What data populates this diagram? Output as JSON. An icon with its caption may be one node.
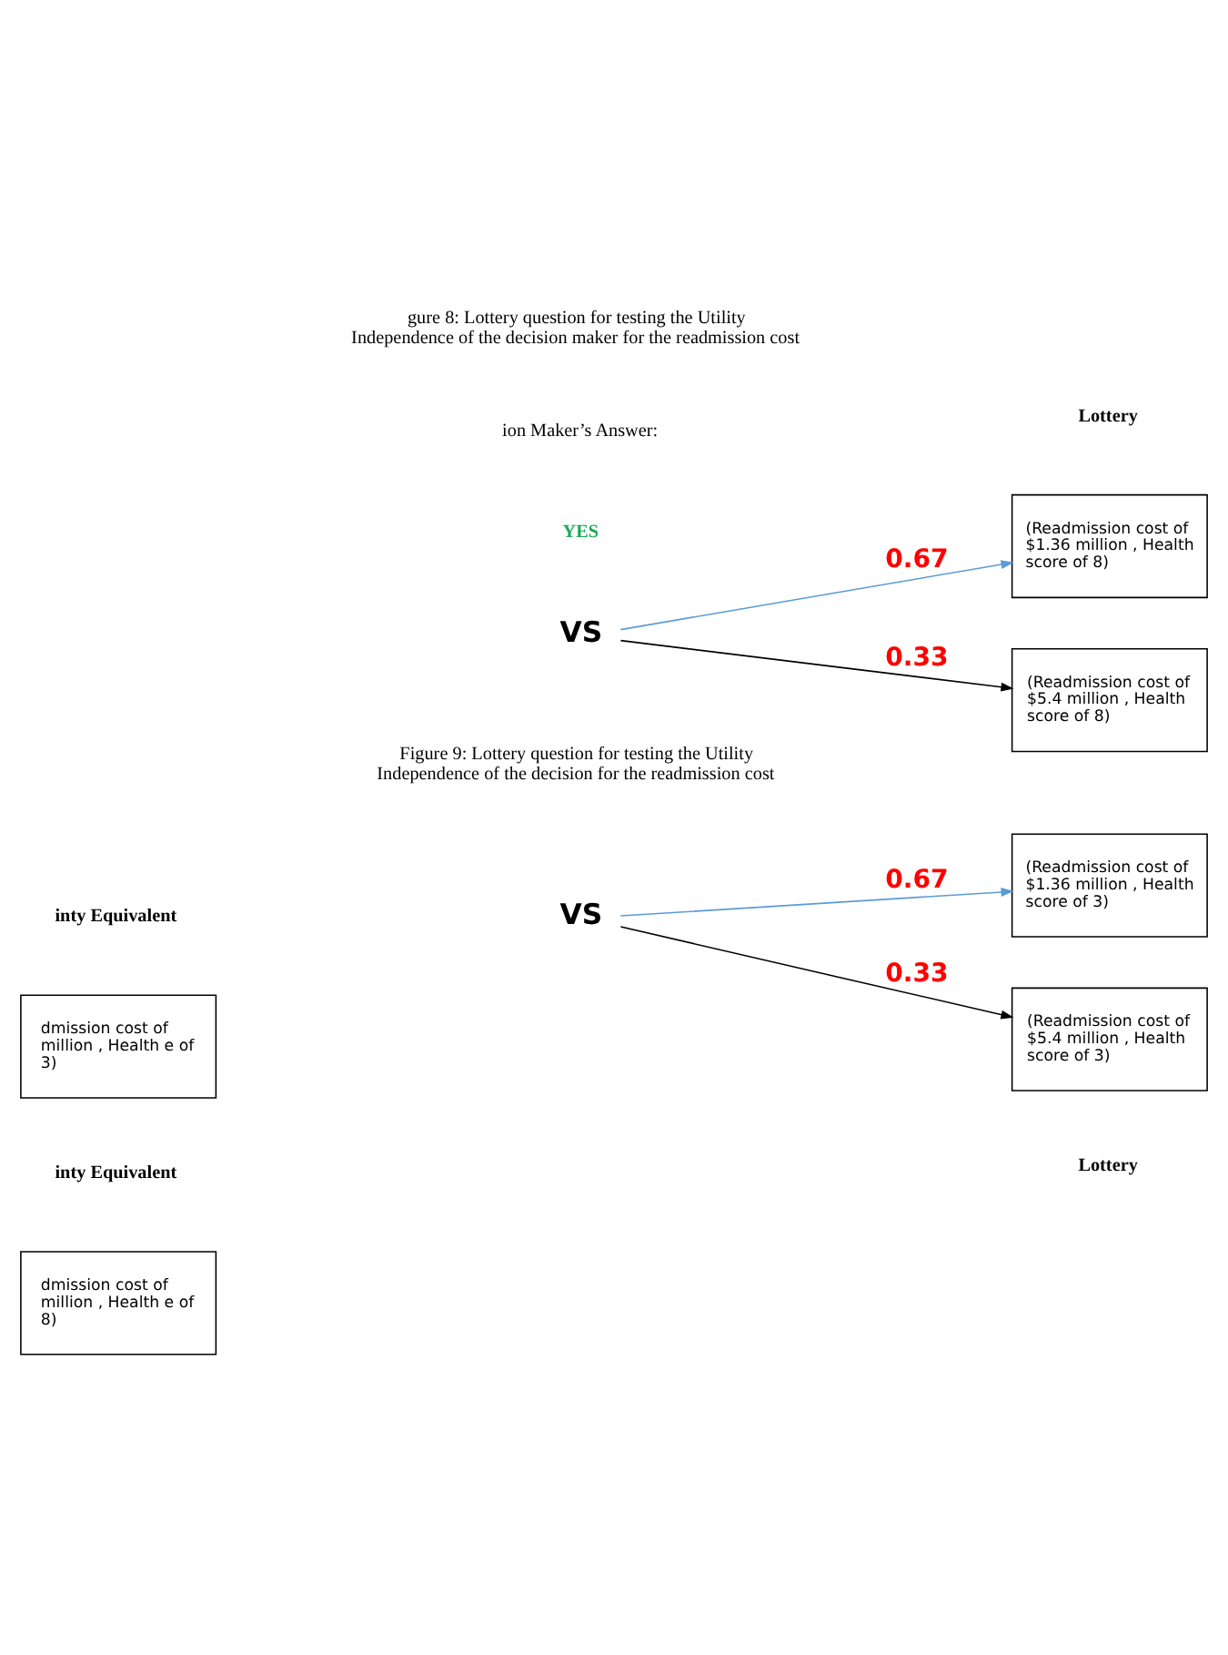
{
  "diagram": {
    "nodes": [
      {
        "text": [
          "dmission cost of million , Health e of 3)"
        ]
      },
      {
        "text": [
          "VS"
        ]
      },
      {
        "text": [
          "(Readmission cost of $5.4 million , Health score of 3)"
        ]
      },
      {
        "text": [
          "(Readmission cost of $1.36 million , Health score of 3)"
        ]
      },
      {
        "text": [
          "dmission cost of million , Health e of 8)"
        ]
      },
      {
        "text": [
          "VS"
        ]
      },
      {
        "text": [
          "(Readmission cost of $5.4 million , Health score of 8)"
        ]
      },
      {
        "text": [
          "(Readmission cost of $1.36 million , Health score of 8)"
        ]
      }
    ],
    "edges": [
      {
        "from": 1,
        "to": 2,
        "arrow": "to",
        "label": "0.33"
      },
      {
        "from": 1,
        "to": 3,
        "arrow": "to",
        "label": "0.67",
        "color": "#5b9bd5"
      },
      {
        "from": 5,
        "to": 6,
        "arrow": "to",
        "label": "0.33"
      },
      {
        "from": 5,
        "to": 7,
        "arrow": "to",
        "label": "0.67",
        "color": "#5b9bd5"
      }
    ],
    "labels": [
      "inty Equivalent",
      "Lottery",
      "gure 8: Lottery question for testing the Utility Independence of the decision maker for the readmission cost",
      "ion Maker’s Answer:",
      "YES",
      "inty Equivalent",
      "Lottery",
      "Figure 9: Lottery question for testing the Utility Independence of the decision for the readmission cost"
    ]
  }
}
